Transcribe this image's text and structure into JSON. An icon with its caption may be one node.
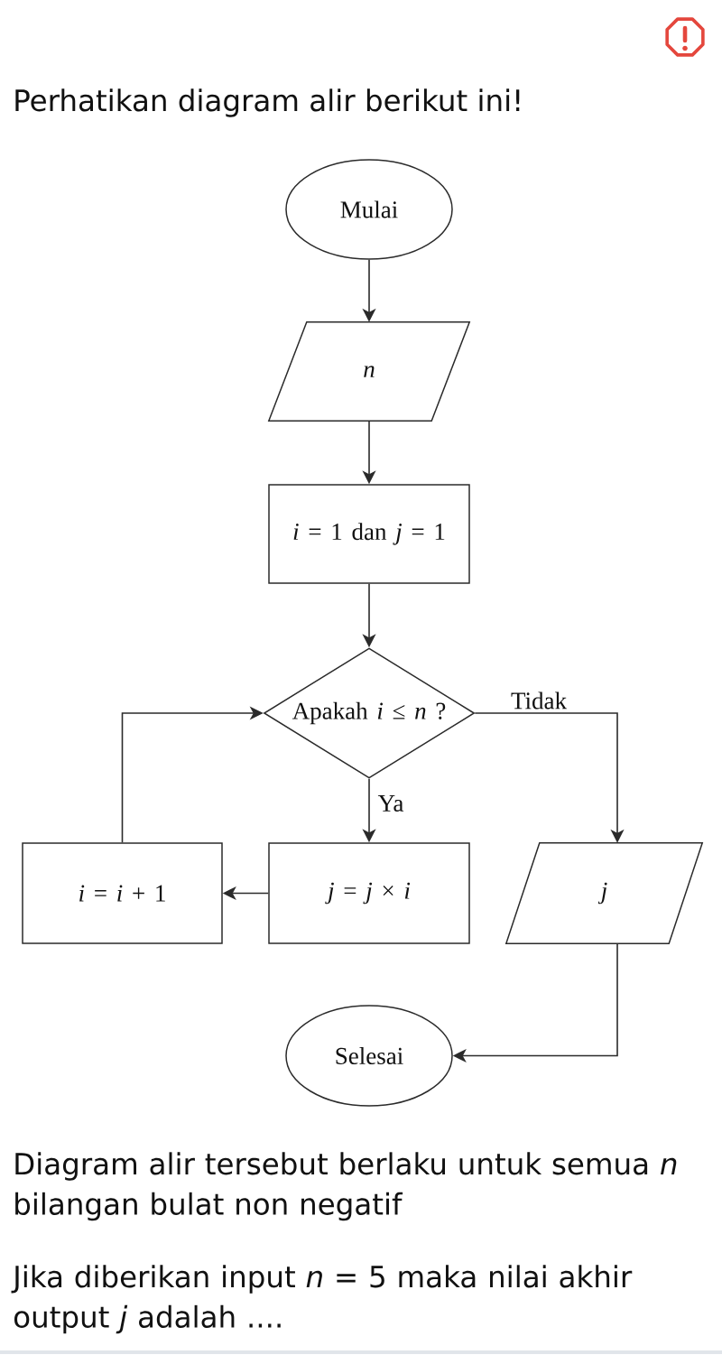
{
  "diagram": {
    "nodes": [
      {
        "text": [
          "Mulai"
        ]
      },
      {
        "text": [
          "n"
        ]
      },
      {
        "text": [
          "*i* = 1 dan *j* = 1"
        ]
      },
      {
        "text": [
          "Apakah *i* ≤ *n* ?"
        ]
      },
      {
        "text": [
          "*j* = *j* × *i*"
        ]
      },
      {
        "text": [
          "*i* = *i* + 1"
        ]
      },
      {
        "text": [
          "j"
        ]
      },
      {
        "text": [
          "Selesai"
        ]
      }
    ],
    "edges": [
      {
        "from": 0,
        "to": 1,
        "arrow": "to"
      },
      {
        "from": 1,
        "to": 2,
        "arrow": "to"
      },
      {
        "from": 2,
        "to": 3,
        "arrow": "to"
      },
      {
        "from": 3,
        "to": 4,
        "arrow": "to",
        "label": "Ya"
      },
      {
        "from": 3,
        "to": 6,
        "arrow": "to",
        "label": "Tidak"
      },
      {
        "from": 4,
        "to": 5,
        "arrow": "to"
      },
      {
        "from": 5,
        "to": 3,
        "arrow": "to"
      },
      {
        "from": 6,
        "to": 7,
        "arrow": "to"
      }
    ],
    "labels": [
      "Perhatikan diagram alir berikut ini!",
      "Diagram alir tersebut berlaku untuk semua *n* bilangan bulat non negatif",
      "Jika diberikan input *n* = 5 maka nilai akhir output *j* adalah ...."
    ]
  }
}
